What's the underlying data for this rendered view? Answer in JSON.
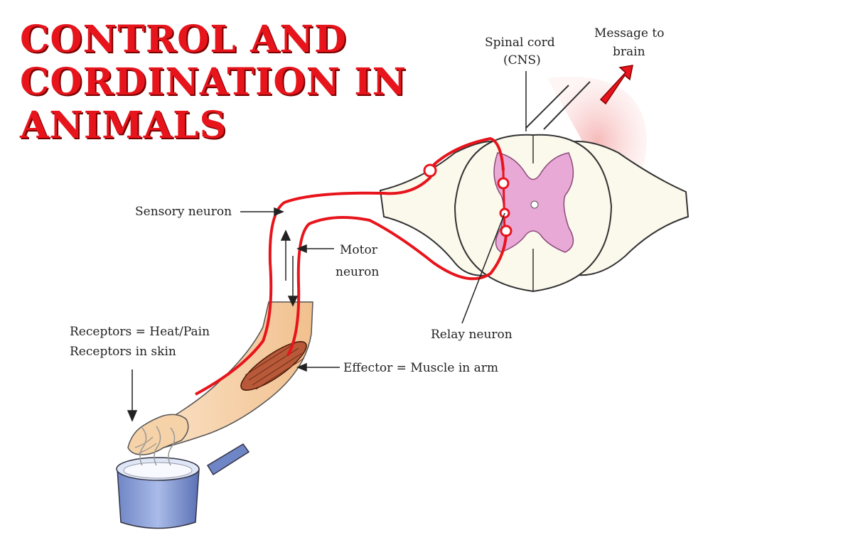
{
  "title": {
    "line1": "CONTROL AND",
    "line2": "CORDINATION IN",
    "line3": "ANIMALS"
  },
  "labels": {
    "spinal_cord_1": "Spinal cord",
    "spinal_cord_2": "(CNS)",
    "message_1": "Message to",
    "message_2": "brain",
    "sensory": "Sensory neuron",
    "motor_1": "Motor",
    "motor_2": "neuron",
    "relay": "Relay neuron",
    "receptors_1": "Receptors = Heat/Pain",
    "receptors_2": "Receptors in skin",
    "effector": "Effector = Muscle in arm"
  },
  "colors": {
    "title": "#e8141c",
    "neuron": "#e8141c",
    "grey_matter": "#e9a9d6",
    "skin": "#f6d2a8",
    "pot": "#8aa0d8"
  }
}
